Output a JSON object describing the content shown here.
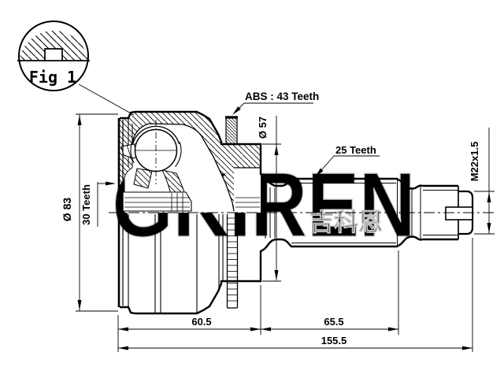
{
  "figure": {
    "fig_label": "Fig 1"
  },
  "labels": {
    "abs": "ABS : 43 Teeth",
    "dia57": "Ø 57",
    "teeth25": "25 Teeth",
    "m22": "M22x1.5",
    "dia83": "Ø 83",
    "teeth30": "30 Teeth"
  },
  "dimensions": {
    "cup_length": "60.5",
    "shaft_length": "65.5",
    "total_length": "155.5"
  },
  "watermark": {
    "latin": "GKIREN",
    "cjk": "吉科恩"
  },
  "colors": {
    "line": "#000000",
    "background": "#ffffff",
    "watermark": "#e2e2e2"
  }
}
